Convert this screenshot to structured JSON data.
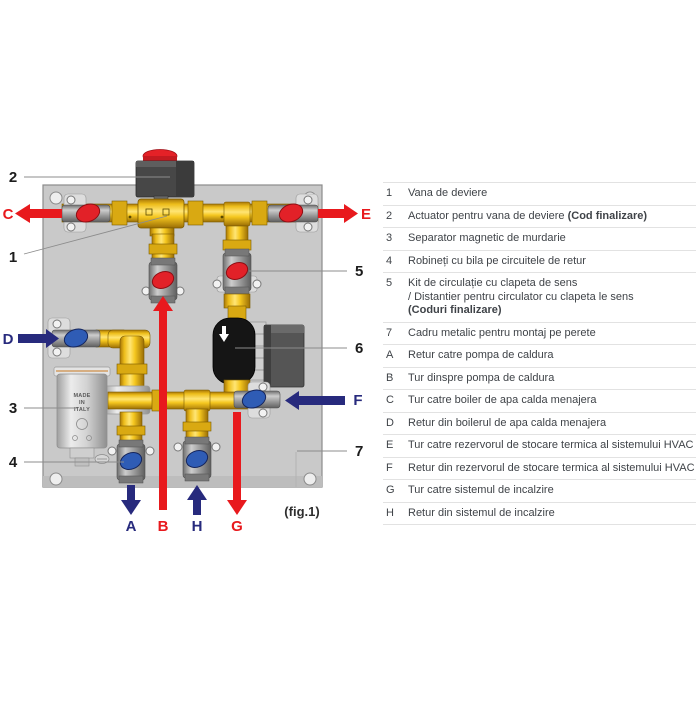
{
  "figure": {
    "caption": "(fig.1)",
    "separator_label": [
      "MADE",
      "IN",
      "ITALY"
    ],
    "callouts": [
      "1",
      "2",
      "3",
      "4",
      "5",
      "6",
      "7"
    ],
    "ports": [
      {
        "id": "C",
        "color": "#e8191d",
        "direction": "left",
        "side": "top-left"
      },
      {
        "id": "E",
        "color": "#e8191d",
        "direction": "right",
        "side": "top-right"
      },
      {
        "id": "D",
        "color": "#272a7d",
        "direction": "right",
        "side": "mid-left"
      },
      {
        "id": "F",
        "color": "#272a7d",
        "direction": "left",
        "side": "mid-right"
      },
      {
        "id": "A",
        "color": "#272a7d",
        "direction": "down",
        "side": "bottom"
      },
      {
        "id": "B",
        "color": "#e8191d",
        "direction": "up",
        "side": "bottom"
      },
      {
        "id": "H",
        "color": "#272a7d",
        "direction": "up",
        "side": "bottom"
      },
      {
        "id": "G",
        "color": "#e8191d",
        "direction": "down",
        "side": "bottom"
      }
    ]
  },
  "legend": {
    "rows": [
      {
        "num": "1",
        "text": "Vana de deviere"
      },
      {
        "num": "2",
        "text": "Actuator pentru vana de deviere ",
        "bold": "(Cod finalizare)"
      },
      {
        "num": "3",
        "text": "Separator magnetic de murdarie"
      },
      {
        "num": "4",
        "text": "Robineți cu bila pe circuitele de retur"
      },
      {
        "num": "5",
        "line1": "Kit de circulație cu clapeta de sens",
        "line2": "/ Distantier pentru circulator cu clapeta le sens",
        "bold": "(Coduri finalizare)"
      },
      {
        "num": "7",
        "text": "Cadru metalic pentru montaj pe perete"
      },
      {
        "num": "A",
        "text": "Retur catre pompa de caldura"
      },
      {
        "num": "B",
        "text": "Tur dinspre pompa de caldura"
      },
      {
        "num": "C",
        "text": "Tur catre boiler de apa calda menajera"
      },
      {
        "num": "D",
        "text": "Retur din boilerul de apa calda menajera"
      },
      {
        "num": "E",
        "text": "Tur catre rezervorul de stocare termica al sistemului HVAC"
      },
      {
        "num": "F",
        "text": "Retur din rezervorul de stocare termica al sistemului HVAC"
      },
      {
        "num": "G",
        "text": "Tur catre sistemul de incalzire"
      },
      {
        "num": "H",
        "text": "Retur din sistemul de incalzire"
      }
    ]
  },
  "colors": {
    "flow_hot_red": "#e8191d",
    "flow_cold_navy": "#272a7d",
    "handle_blue": "#2f5cb5",
    "brass_pipe": "#f2c21e",
    "mounting_plate": "#c9c9c9",
    "pump_body_black": "#151515",
    "actuator_gray": "#474747",
    "legend_text": "#3f4348"
  }
}
